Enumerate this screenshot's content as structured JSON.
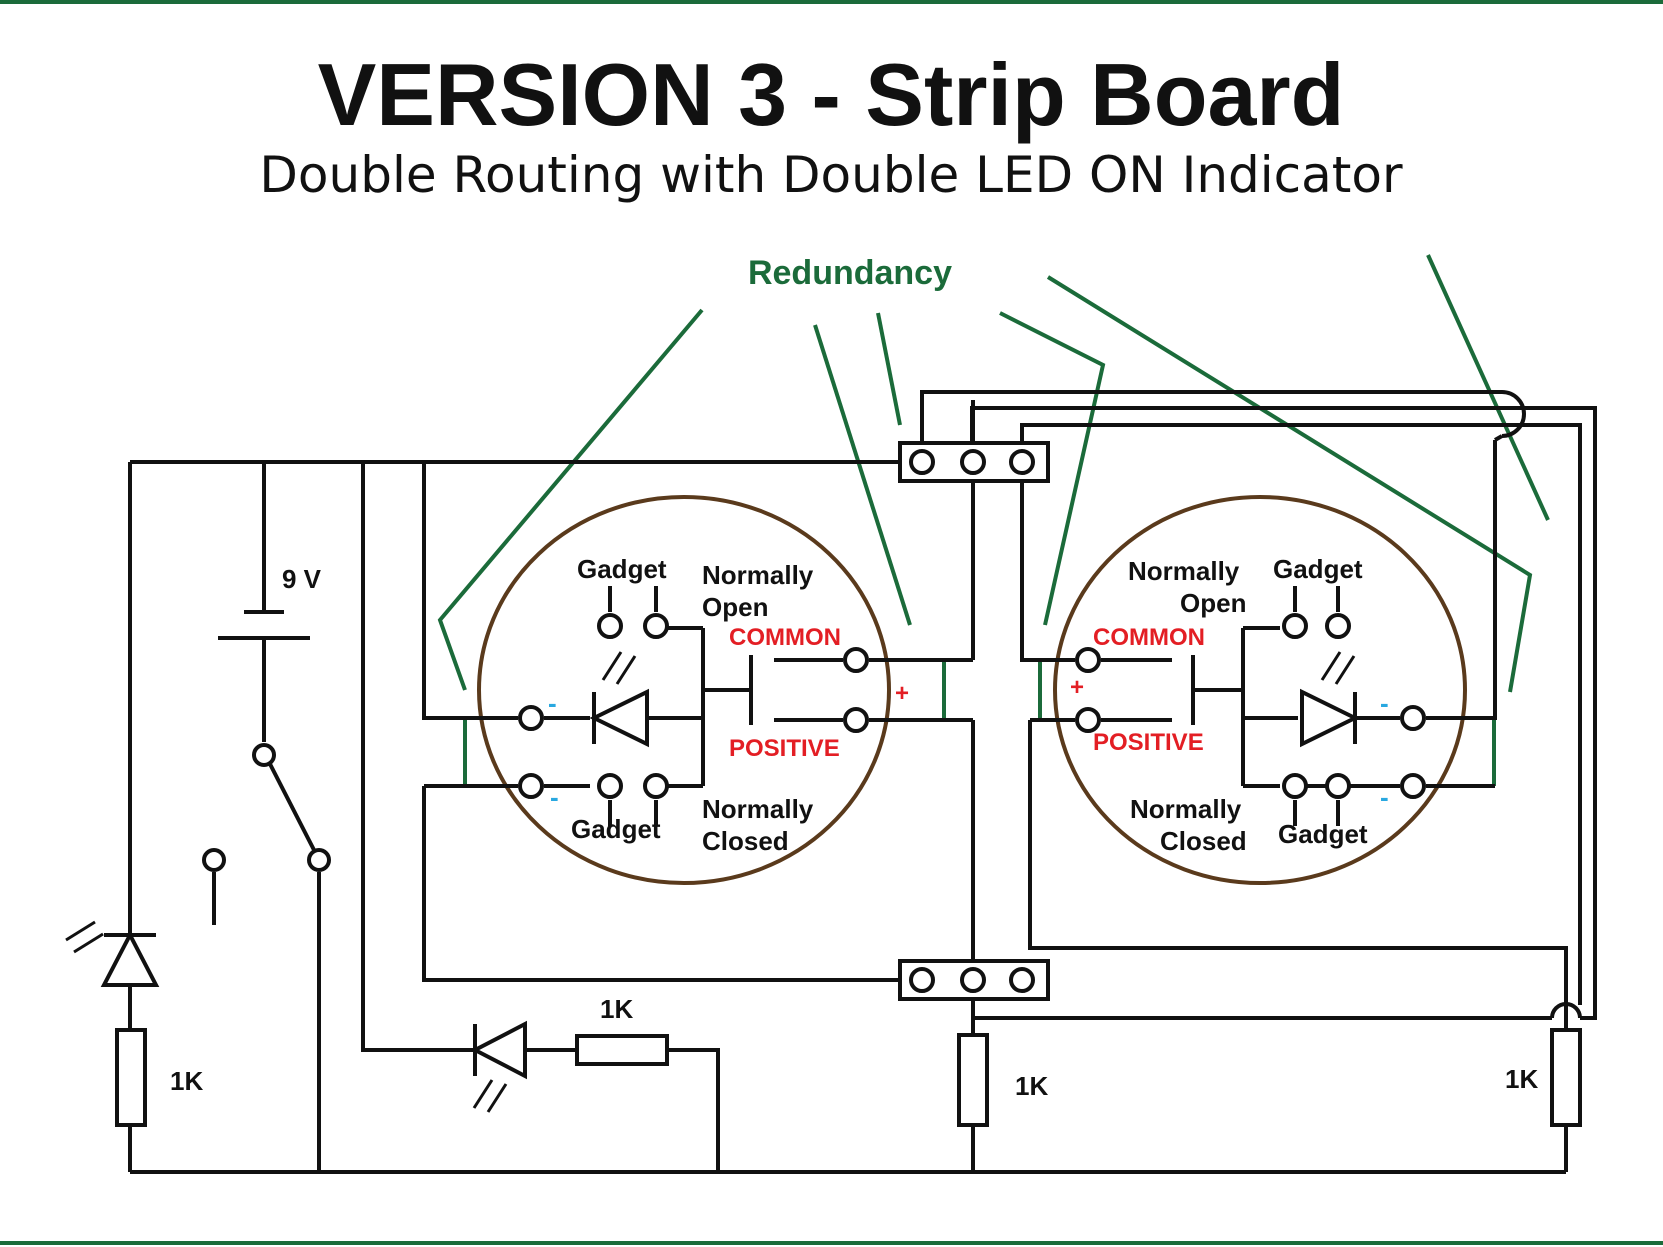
{
  "title": "VERSION 3 - Strip Board",
  "subtitle": "Double Routing with Double LED ON Indicator",
  "annotation": "Redundancy",
  "battery_label": "9 V",
  "resistor_labels": [
    "1K",
    "1K",
    "1K",
    "1K"
  ],
  "left_switch": {
    "gadget_top": "Gadget",
    "gadget_bottom": "Gadget",
    "normally": "Normally",
    "open": "Open",
    "normally_closed_1": "Normally",
    "closed": "Closed",
    "common": "COMMON",
    "positive": "POSITIVE",
    "plus": "+",
    "minus": "-"
  },
  "right_switch": {
    "gadget_top": "Gadget",
    "gadget_bottom": "Gadget",
    "normally": "Normally",
    "open": "Open",
    "normally_closed_1": "Normally",
    "closed": "Closed",
    "common": "COMMON",
    "positive": "POSITIVE",
    "plus": "+",
    "minus": "-"
  },
  "colors": {
    "wire": "#111111",
    "annotation": "#1b6b3a",
    "switch_circle": "#5a3a1c",
    "label_red": "#e31e24",
    "minus_blue": "#29a8e0",
    "border_green": "#1b6b3a"
  }
}
